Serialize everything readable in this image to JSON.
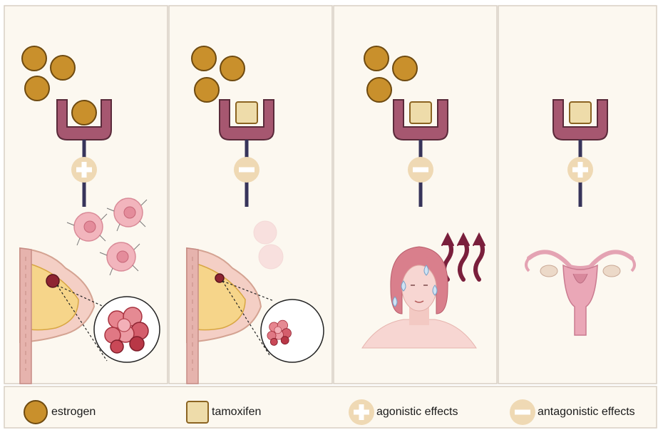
{
  "colors": {
    "panel_bg": "#fcf8f0",
    "border": "#d8cfc4",
    "estrogen_fill": "#c9902c",
    "estrogen_stroke": "#6e4a10",
    "tamoxifen_fill": "#eedcaa",
    "tamoxifen_stroke": "#8b6422",
    "receptor_fill": "#a65770",
    "receptor_stroke": "#5a2a3a",
    "stem": "#37345a",
    "effect_badge": "#efd9b4",
    "cell_pink": "#f2b5bd",
    "tumor_red": "#a8323f",
    "heat_arrow": "#7a1f3c",
    "skin": "#f7d6d2",
    "hair": "#d97f8c",
    "uterus": "#e4a3b3"
  },
  "panels": [
    {
      "ligand": "estrogen",
      "effect": "agonistic",
      "tissue": "breast-tumor-growth"
    },
    {
      "ligand": "tamoxifen",
      "effect": "antagonistic",
      "tissue": "breast-tumor-shrink"
    },
    {
      "ligand": "tamoxifen",
      "effect": "antagonistic",
      "tissue": "hot-flashes"
    },
    {
      "ligand": "tamoxifen",
      "effect": "agonistic",
      "tissue": "uterus"
    }
  ],
  "legend": {
    "estrogen": "estrogen",
    "tamoxifen": "tamoxifen",
    "agonistic": "agonistic effects",
    "antagonistic": "antagonistic effects"
  }
}
